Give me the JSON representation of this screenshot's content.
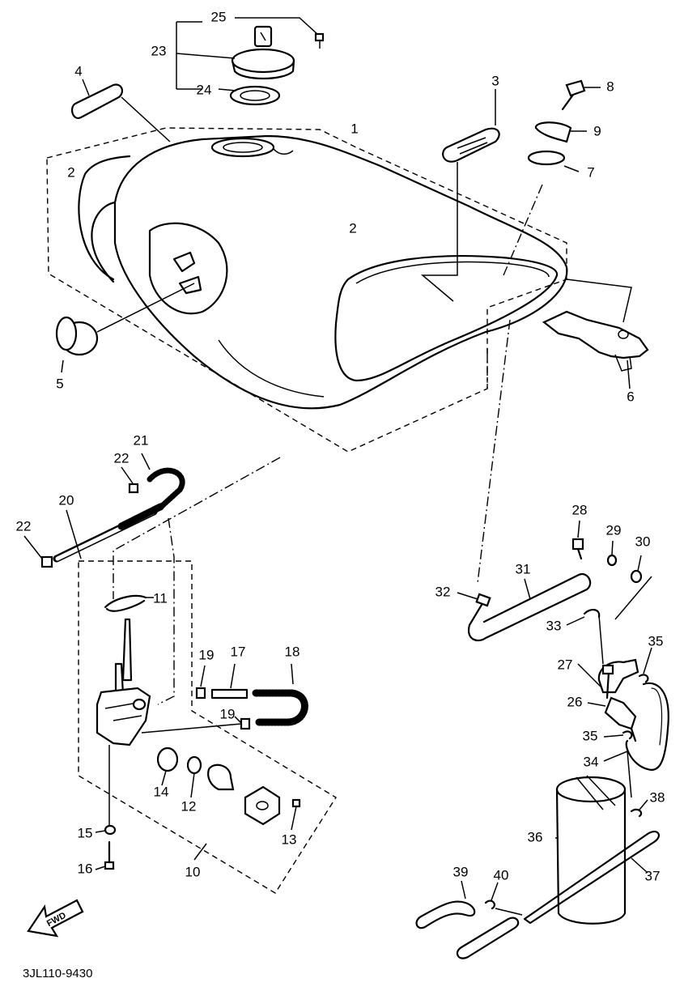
{
  "callouts": [
    {
      "id": "c25",
      "label": "25"
    },
    {
      "id": "c23",
      "label": "23"
    },
    {
      "id": "c24",
      "label": "24"
    },
    {
      "id": "c4",
      "label": "4"
    },
    {
      "id": "c3",
      "label": "3"
    },
    {
      "id": "c8",
      "label": "8"
    },
    {
      "id": "c9",
      "label": "9"
    },
    {
      "id": "c7",
      "label": "7"
    },
    {
      "id": "c1",
      "label": "1"
    },
    {
      "id": "c2a",
      "label": "2"
    },
    {
      "id": "c2b",
      "label": "2"
    },
    {
      "id": "c5",
      "label": "5"
    },
    {
      "id": "c6",
      "label": "6"
    },
    {
      "id": "c21",
      "label": "21"
    },
    {
      "id": "c22a",
      "label": "22"
    },
    {
      "id": "c20",
      "label": "20"
    },
    {
      "id": "c22b",
      "label": "22"
    },
    {
      "id": "c11",
      "label": "11"
    },
    {
      "id": "c19a",
      "label": "19"
    },
    {
      "id": "c17",
      "label": "17"
    },
    {
      "id": "c18",
      "label": "18"
    },
    {
      "id": "c19b",
      "label": "19"
    },
    {
      "id": "c14",
      "label": "14"
    },
    {
      "id": "c12",
      "label": "12"
    },
    {
      "id": "c13",
      "label": "13"
    },
    {
      "id": "c15",
      "label": "15"
    },
    {
      "id": "c16",
      "label": "16"
    },
    {
      "id": "c10",
      "label": "10"
    },
    {
      "id": "c28",
      "label": "28"
    },
    {
      "id": "c29",
      "label": "29"
    },
    {
      "id": "c30",
      "label": "30"
    },
    {
      "id": "c31",
      "label": "31"
    },
    {
      "id": "c32",
      "label": "32"
    },
    {
      "id": "c33",
      "label": "33"
    },
    {
      "id": "c35a",
      "label": "35"
    },
    {
      "id": "c27",
      "label": "27"
    },
    {
      "id": "c26",
      "label": "26"
    },
    {
      "id": "c35b",
      "label": "35"
    },
    {
      "id": "c34",
      "label": "34"
    },
    {
      "id": "c38",
      "label": "38"
    },
    {
      "id": "c36",
      "label": "36"
    },
    {
      "id": "c37",
      "label": "37"
    },
    {
      "id": "c39",
      "label": "39"
    },
    {
      "id": "c40",
      "label": "40"
    }
  ],
  "diagram_code": "3JL110-9430",
  "fwd_label": "FWD",
  "icons": {
    "fwd_arrow": "fwd-arrow-icon"
  }
}
